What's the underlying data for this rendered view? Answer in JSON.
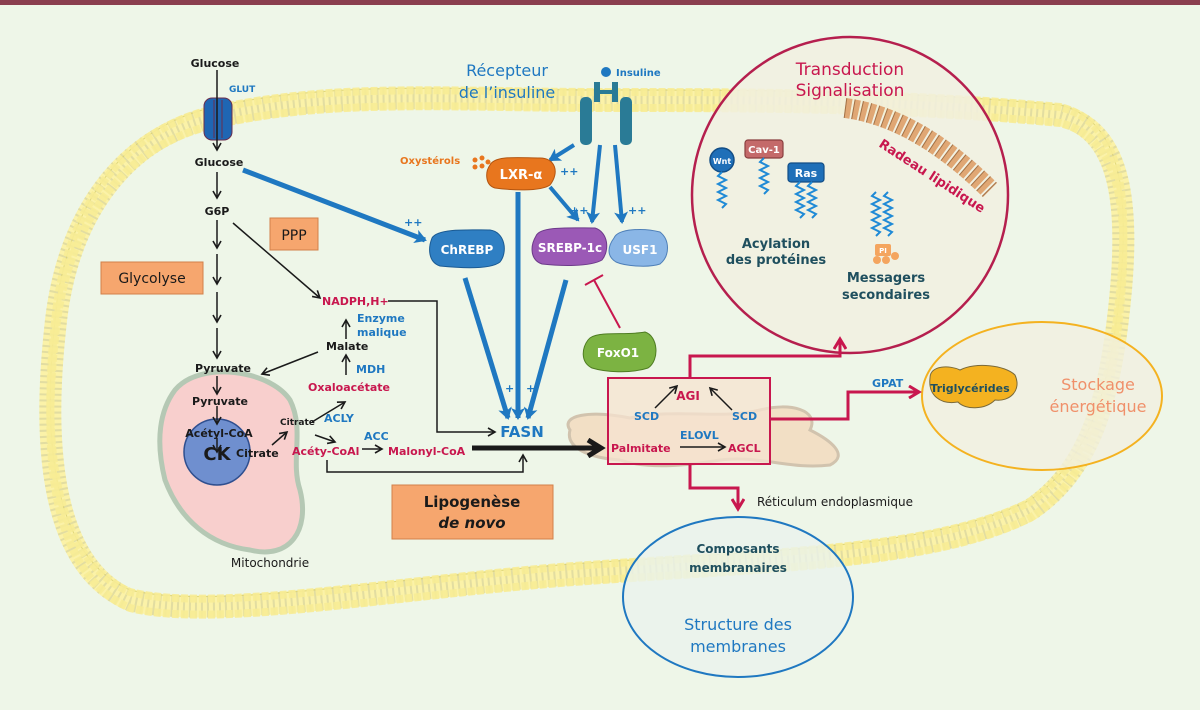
{
  "colors": {
    "background": "#eef6e8",
    "top_bar": "#8a3f4f",
    "black": "#1a1a1a",
    "blue": "#1f78c1",
    "red": "#c8174e",
    "orange_box": "#f6a66e",
    "orange_text": "#e8761e",
    "teal_dark": "#1f4f5e",
    "salmon_text": "#f0906a",
    "yellow_ellipse": "#f4b220",
    "membrane_head": "#fbf2a8"
  },
  "metabolism": {
    "glucose_ext": "Glucose",
    "glut": "GLUT",
    "glucose_int": "Glucose",
    "g6p": "G6P",
    "ppp": "PPP",
    "glycolyse": "Glycolyse",
    "pyruvate_cyto": "Pyruvate",
    "pyruvate_mito": "Pyruvate",
    "acetyl_coa_mito": "Acétyl-CoA",
    "citrate_mito": "Citrate",
    "ck": "CK",
    "mitochondrie": "Mitochondrie",
    "citrate_cyto": "Citrate",
    "acly": "ACLY",
    "acetyl_coa_cyto": "Acéty-CoAl",
    "acc": "ACC",
    "malonyl_coa": "Malonyl-CoA",
    "oxaloacetate": "Oxaloacétate",
    "mdh": "MDH",
    "malate": "Malate",
    "enzyme_malique_1": "Enzyme",
    "enzyme_malique_2": "malique",
    "nadph": "NADPH,H+",
    "fasn": "FASN",
    "lipogenese_1": "Lipogenèse",
    "lipogenese_2": "de novo"
  },
  "regulation": {
    "recepteur_1": "Récepteur",
    "recepteur_2": "de l’insuline",
    "insuline": "Insuline",
    "oxysterols": "Oxystérols",
    "lxr": "LXR-α",
    "chrebp": "ChREBP",
    "srebp": "SREBP-1c",
    "usf1": "USF1",
    "foxo1": "FoxO1",
    "plus_plus": "++",
    "plus": "+"
  },
  "er": {
    "agi": "AGI",
    "scd_left": "SCD",
    "scd_right": "SCD",
    "elovl": "ELOVL",
    "palmitate": "Palmitate",
    "agcl": "AGCL",
    "reticulum": "Réticulum endoplasmique",
    "gpat": "GPAT"
  },
  "transduction": {
    "title_1": "Transduction",
    "title_2": "Signalisation",
    "radeau": "Radeau lipidique",
    "wnt": "Wnt",
    "cav1": "Cav-1",
    "ras": "Ras",
    "pi": "PI",
    "p": "P",
    "acylation_1": "Acylation",
    "acylation_2": "des protéines",
    "messagers_1": "Messagers",
    "messagers_2": "secondaires"
  },
  "stockage": {
    "triglycerides": "Triglycérides",
    "title_1": "Stockage",
    "title_2": "énergétique"
  },
  "membranes": {
    "composants_1": "Composants",
    "composants_2": "membranaires",
    "structure_1": "Structure des",
    "structure_2": "membranes"
  }
}
